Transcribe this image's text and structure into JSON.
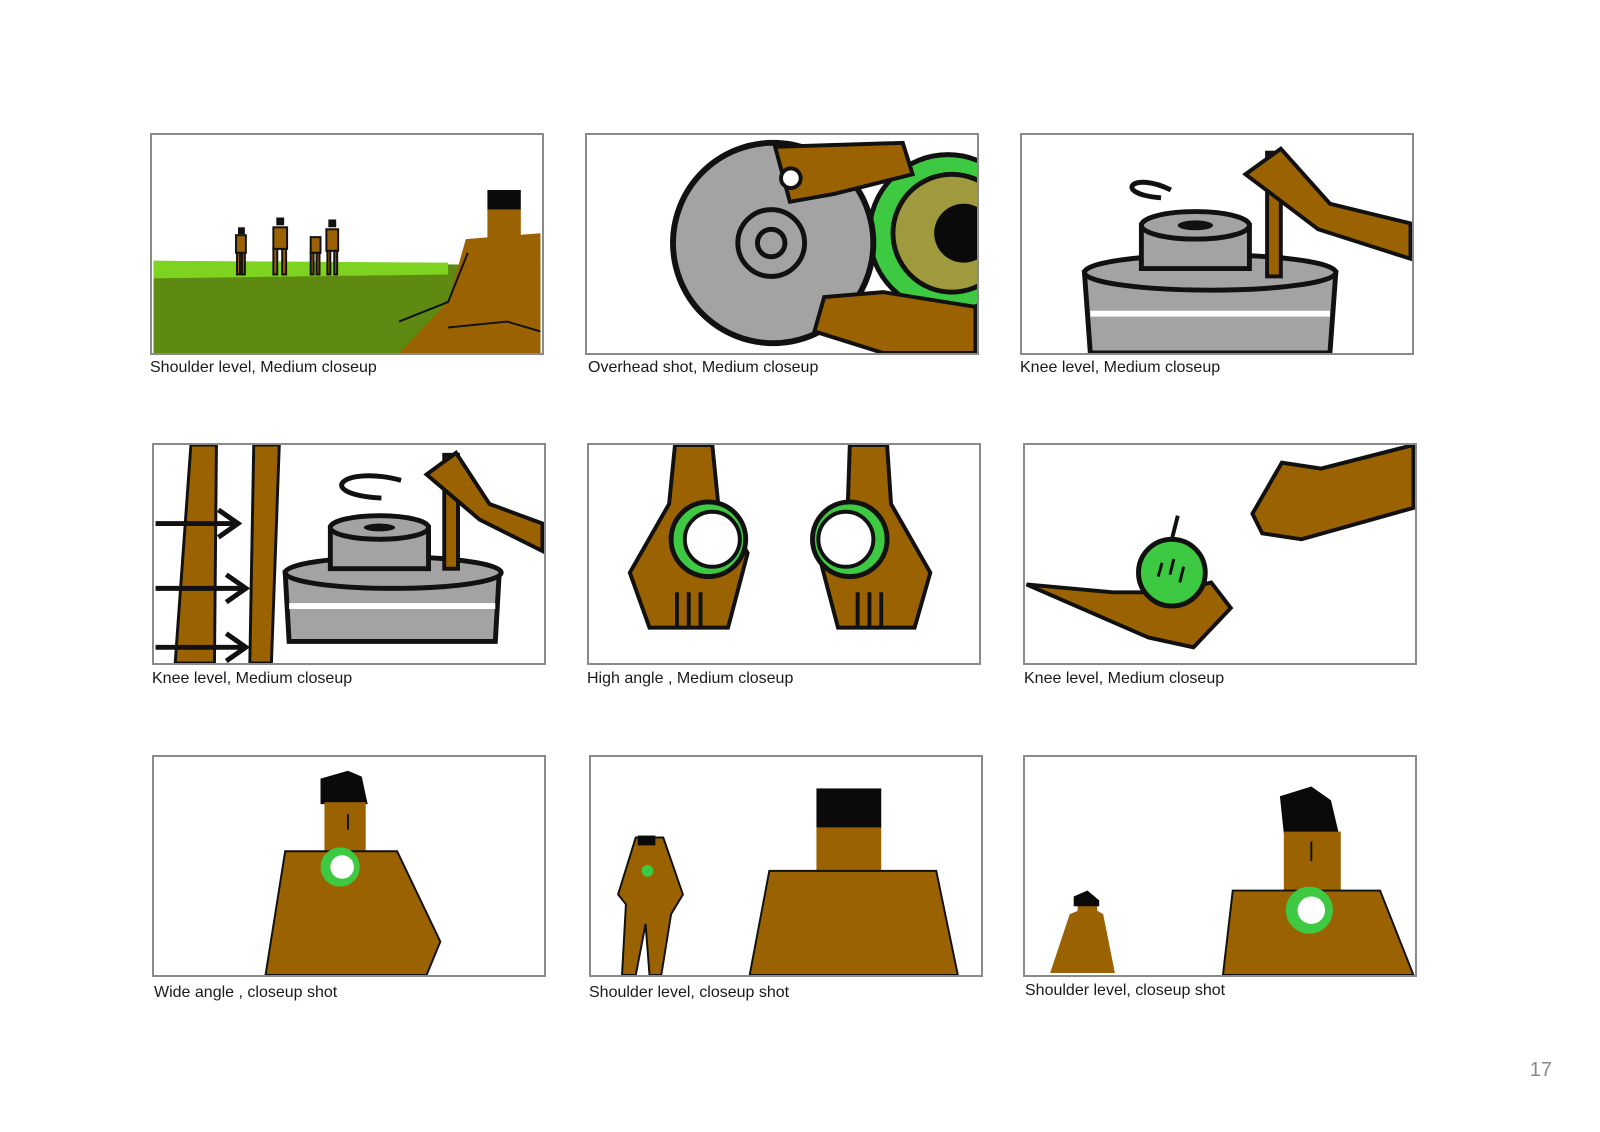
{
  "storyboard": {
    "panels": [
      {
        "caption": "Shoulder level, Medium closeup",
        "scene": "people-on-field"
      },
      {
        "caption": "Overhead shot, Medium closeup",
        "scene": "hands-grinding-stone"
      },
      {
        "caption": "Knee level, Medium closeup",
        "scene": "hand-turning-grinder"
      },
      {
        "caption": "Knee level, Medium closeup",
        "scene": "grinder-with-arrows"
      },
      {
        "caption": "High angle , Medium closeup",
        "scene": "two-hands-holding-rings"
      },
      {
        "caption": "Knee level, Medium closeup",
        "scene": "hand-holding-green-fruit"
      },
      {
        "caption": "Wide angle , closeup shot",
        "scene": "man-eating-green-fruit"
      },
      {
        "caption": "Shoulder level, closeup shot",
        "scene": "man-near-and-far"
      },
      {
        "caption": "Shoulder level, closeup shot",
        "scene": "two-men-eating"
      }
    ],
    "page_number": "17"
  },
  "colors": {
    "skin": "#9a6200",
    "grass_dark": "#5e8a12",
    "grass_light": "#7ed321",
    "green_fruit": "#3ec943",
    "stone_gray": "#a3a3a3",
    "olive": "#a09a3e",
    "outline": "#111111",
    "hair": "#0a0a0a"
  }
}
